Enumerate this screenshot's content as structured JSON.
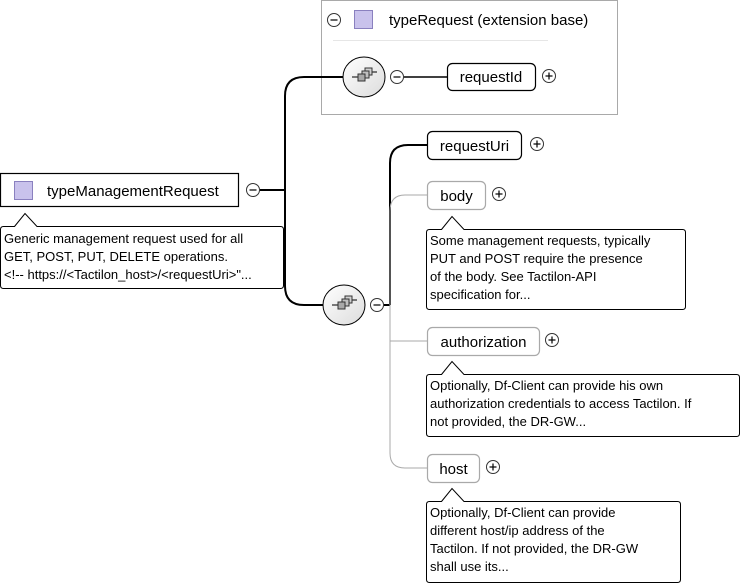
{
  "root_element": {
    "name": "typeManagementRequest",
    "documentation": [
      "Generic management request used for all",
      "GET, POST, PUT, DELETE operations.",
      "<!-- https://<Tactilon_host>/<requestUri>\"..."
    ]
  },
  "extension_base": {
    "title": "typeRequest (extension base)",
    "children": [
      "requestId"
    ]
  },
  "sequence_children": [
    {
      "name": "requestUri",
      "optional": false,
      "documentation": []
    },
    {
      "name": "body",
      "optional": true,
      "documentation": [
        "Some management requests, typically",
        "PUT and POST require the presence",
        "of the body. See Tactilon-API",
        "specification for..."
      ]
    },
    {
      "name": "authorization",
      "optional": true,
      "documentation": [
        "Optionally, Df-Client can provide his own",
        "authorization credentials to access Tactilon. If",
        "not provided, the DR-GW..."
      ]
    },
    {
      "name": "host",
      "optional": true,
      "documentation": [
        "Optionally, Df-Client can provide",
        "different host/ip address of the",
        "Tactilon. If not provided, the DR-GW",
        "shall use its..."
      ]
    }
  ],
  "colors": {
    "type_icon_fill": "#c9c2ec",
    "type_icon_stroke": "#8a80bf",
    "optional_border": "#a9a9a9",
    "connector": "#000000",
    "frame_border": "#a9a9a9"
  },
  "icons": {
    "type_icon": "square-icon",
    "sequence_icon": "sequence-compositor-icon",
    "collapse_icon": "minus-circle-icon",
    "expand_icon": "plus-circle-icon"
  }
}
